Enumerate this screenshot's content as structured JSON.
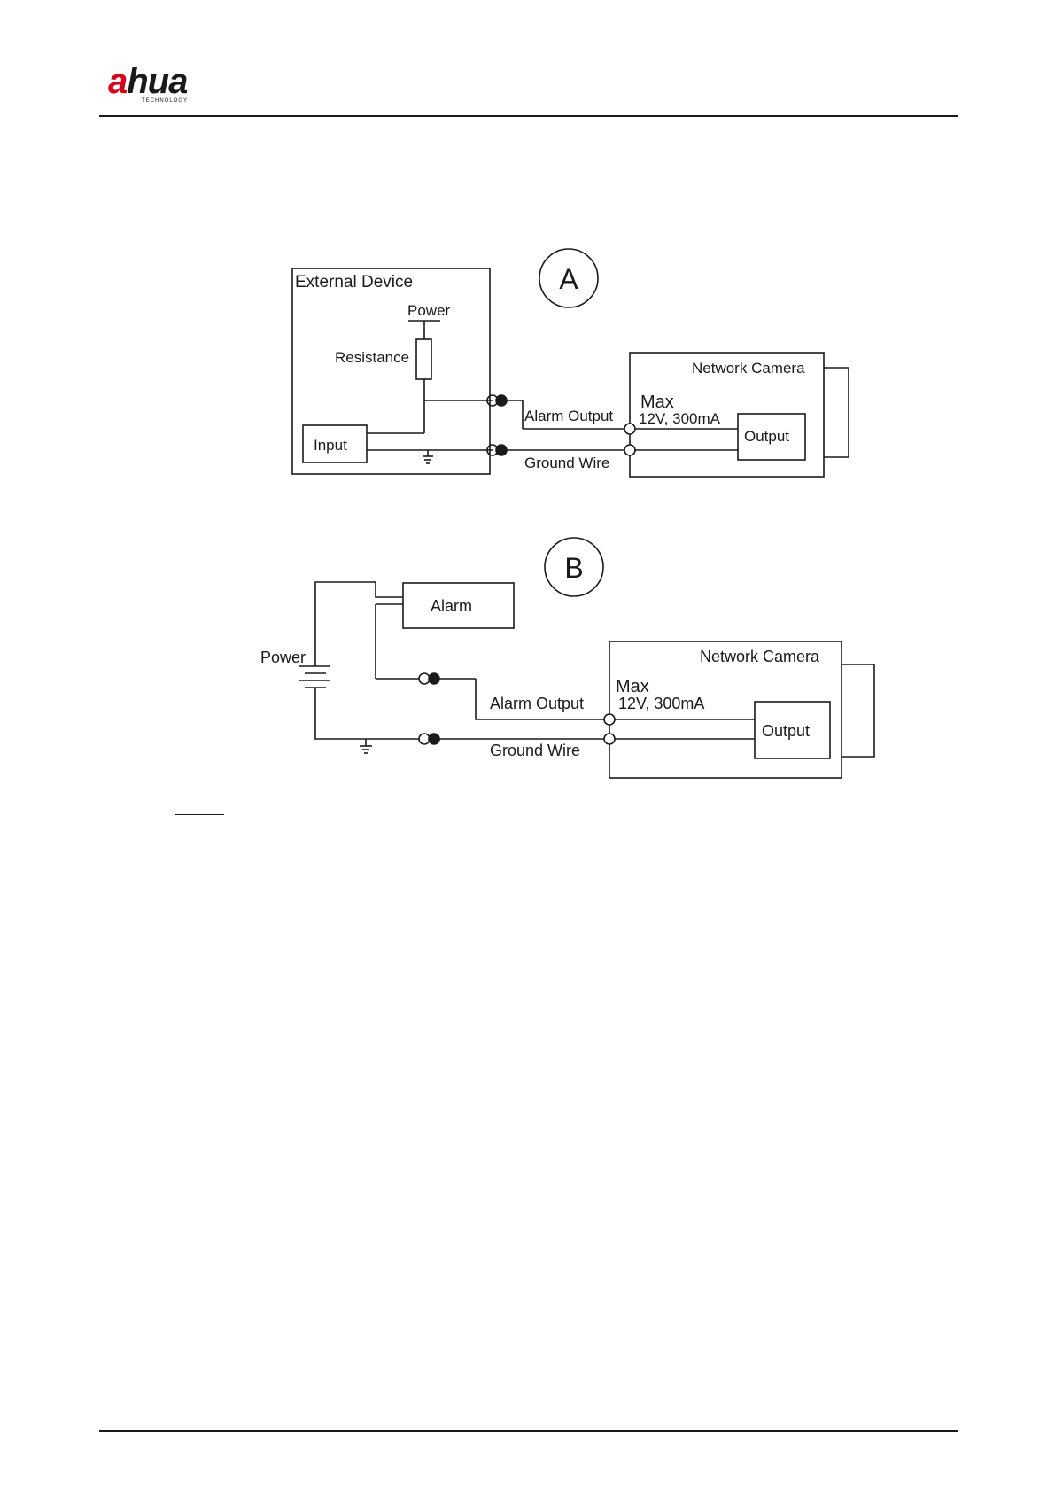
{
  "header": {
    "logo_a": "a",
    "logo_rest": "hua",
    "logo_sub": "TECHNOLOGY"
  },
  "diagram_a": {
    "badge": "A",
    "external_device": "External Device",
    "power": "Power",
    "resistance": "Resistance",
    "input": "Input",
    "alarm_output": "Alarm Output",
    "ground_wire": "Ground Wire",
    "network_camera": "Network Camera",
    "max": "Max",
    "rating": "12V, 300mA",
    "output": "Output"
  },
  "diagram_b": {
    "badge": "B",
    "alarm": "Alarm",
    "power": "Power",
    "alarm_output": "Alarm Output",
    "ground_wire": "Ground Wire",
    "network_camera": "Network Camera",
    "max": "Max",
    "rating": "12V, 300mA",
    "output": "Output"
  },
  "colors": {
    "brand_red": "#d7001a",
    "ink": "#1a1a1a"
  }
}
